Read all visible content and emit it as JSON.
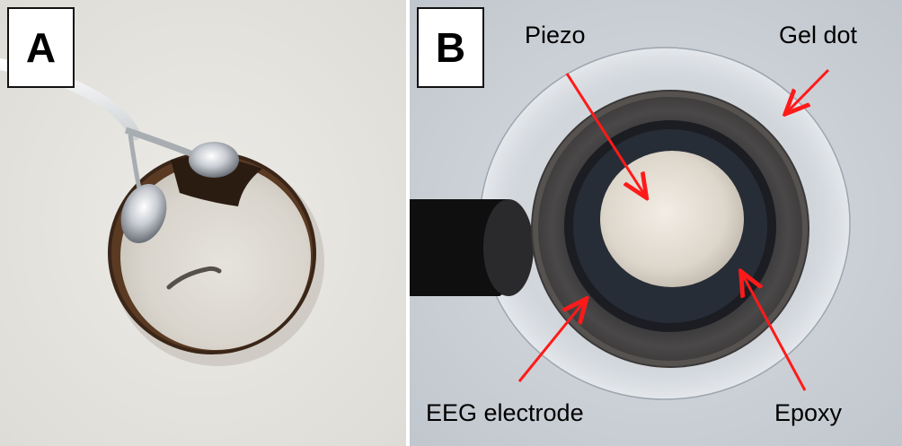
{
  "panels": {
    "a": {
      "label": "A",
      "background_color": "#e7e5e0"
    },
    "b": {
      "label": "B",
      "background_color": "#cfd4d9",
      "annotations": {
        "piezo": "Piezo",
        "gel_dot": "Gel dot",
        "eeg_electrode": "EEG electrode",
        "epoxy": "Epoxy"
      },
      "arrow_color": "#ff1a1a"
    }
  }
}
